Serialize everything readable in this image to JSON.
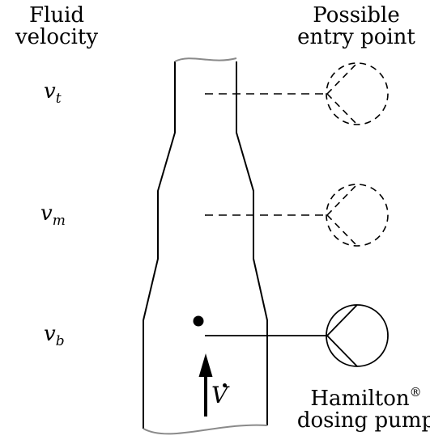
{
  "header": {
    "left_line1": "Fluid",
    "left_line2": "velocity",
    "right_line1": "Possible",
    "right_line2": "entry point"
  },
  "velocity_labels": {
    "top": {
      "v": "v",
      "sub": "t"
    },
    "middle": {
      "v": "v",
      "sub": "m"
    },
    "bottom": {
      "v": "v",
      "sub": "b"
    }
  },
  "flow_symbol": "V",
  "pump_caption": {
    "line1": "Hamilton",
    "superscript": "®",
    "line2": "dosing pump"
  }
}
